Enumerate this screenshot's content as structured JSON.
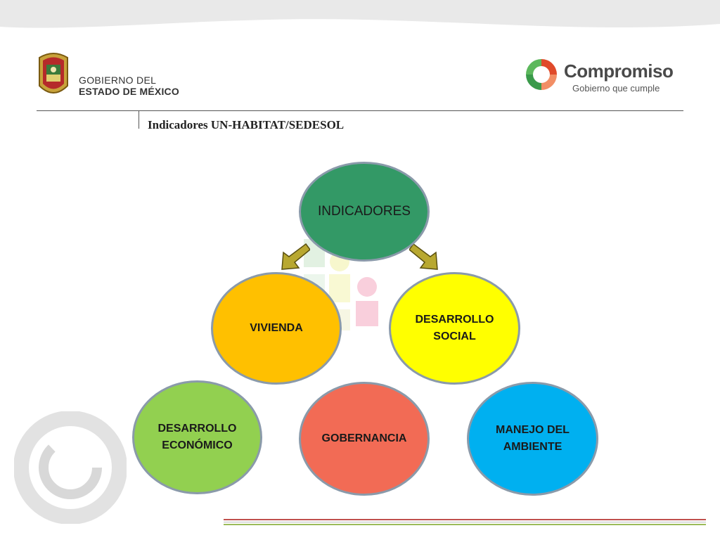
{
  "header": {
    "government": {
      "line1": "GOBIERNO DEL",
      "line2": "ESTADO DE MÉXICO"
    },
    "brand": {
      "title": "Compromiso",
      "subtitle": "Gobierno que cumple"
    }
  },
  "slide": {
    "title": "Indicadores UN-HABITAT/SEDESOL"
  },
  "diagram": {
    "root": {
      "label": "INDICADORES",
      "color": "#339966"
    },
    "nodes": [
      {
        "id": "vivienda",
        "label": "VIVIENDA",
        "color": "#FFC000"
      },
      {
        "id": "desarrollo-social",
        "label": "DESARROLLO\nSOCIAL",
        "color": "#FFFF00"
      },
      {
        "id": "desarrollo-economico",
        "label": "DESARROLLO\nECONÓMICO",
        "color": "#92D050"
      },
      {
        "id": "gobernancia",
        "label": "GOBERNANCIA",
        "color": "#F26B55"
      },
      {
        "id": "manejo-ambiente",
        "label": "MANEJO DEL\nAMBIENTE",
        "color": "#00B0F0"
      }
    ],
    "edges": [
      {
        "from": "INDICADORES",
        "to": "VIVIENDA"
      },
      {
        "from": "INDICADORES",
        "to": "DESARROLLO SOCIAL"
      }
    ]
  },
  "colors": {
    "rule": "#555555",
    "footer_red": "#c0504d",
    "footer_green": "#9bbb59"
  }
}
